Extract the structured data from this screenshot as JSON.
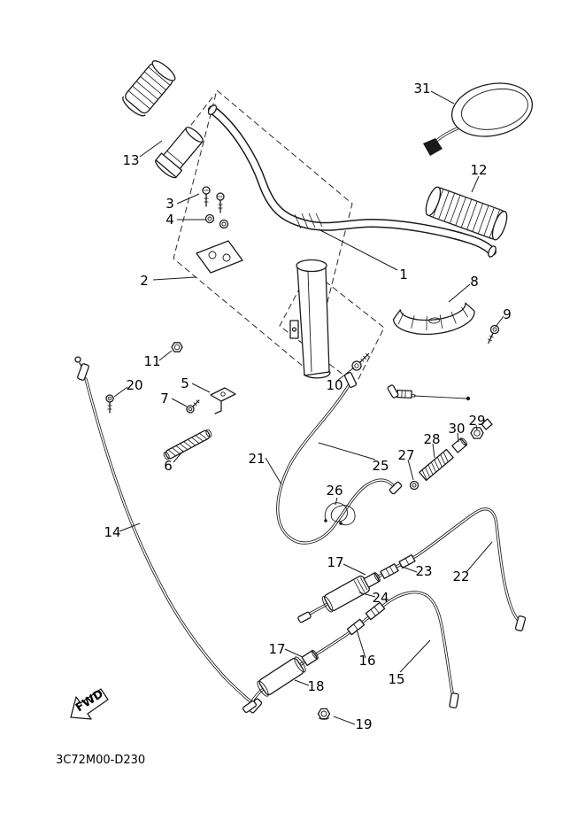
{
  "diagram": {
    "code": "3C72M00-D230",
    "fwd_label": "FWD",
    "background_color": "#ffffff",
    "line_color": "#1a1a1a",
    "part_labels": {
      "p1": "1",
      "p2": "2",
      "p3": "3",
      "p4": "4",
      "p5": "5",
      "p6": "6",
      "p7": "7",
      "p8": "8",
      "p9": "9",
      "p10": "10",
      "p11": "11",
      "p12": "12",
      "p13": "13",
      "p14": "14",
      "p15": "15",
      "p16": "16",
      "p17a": "17",
      "p17b": "17",
      "p18": "18",
      "p19": "19",
      "p20": "20",
      "p21": "21",
      "p22": "22",
      "p23": "23",
      "p24": "24",
      "p25": "25",
      "p26": "26",
      "p27": "27",
      "p28": "28",
      "p29": "29",
      "p30": "30",
      "p31": "31"
    }
  }
}
